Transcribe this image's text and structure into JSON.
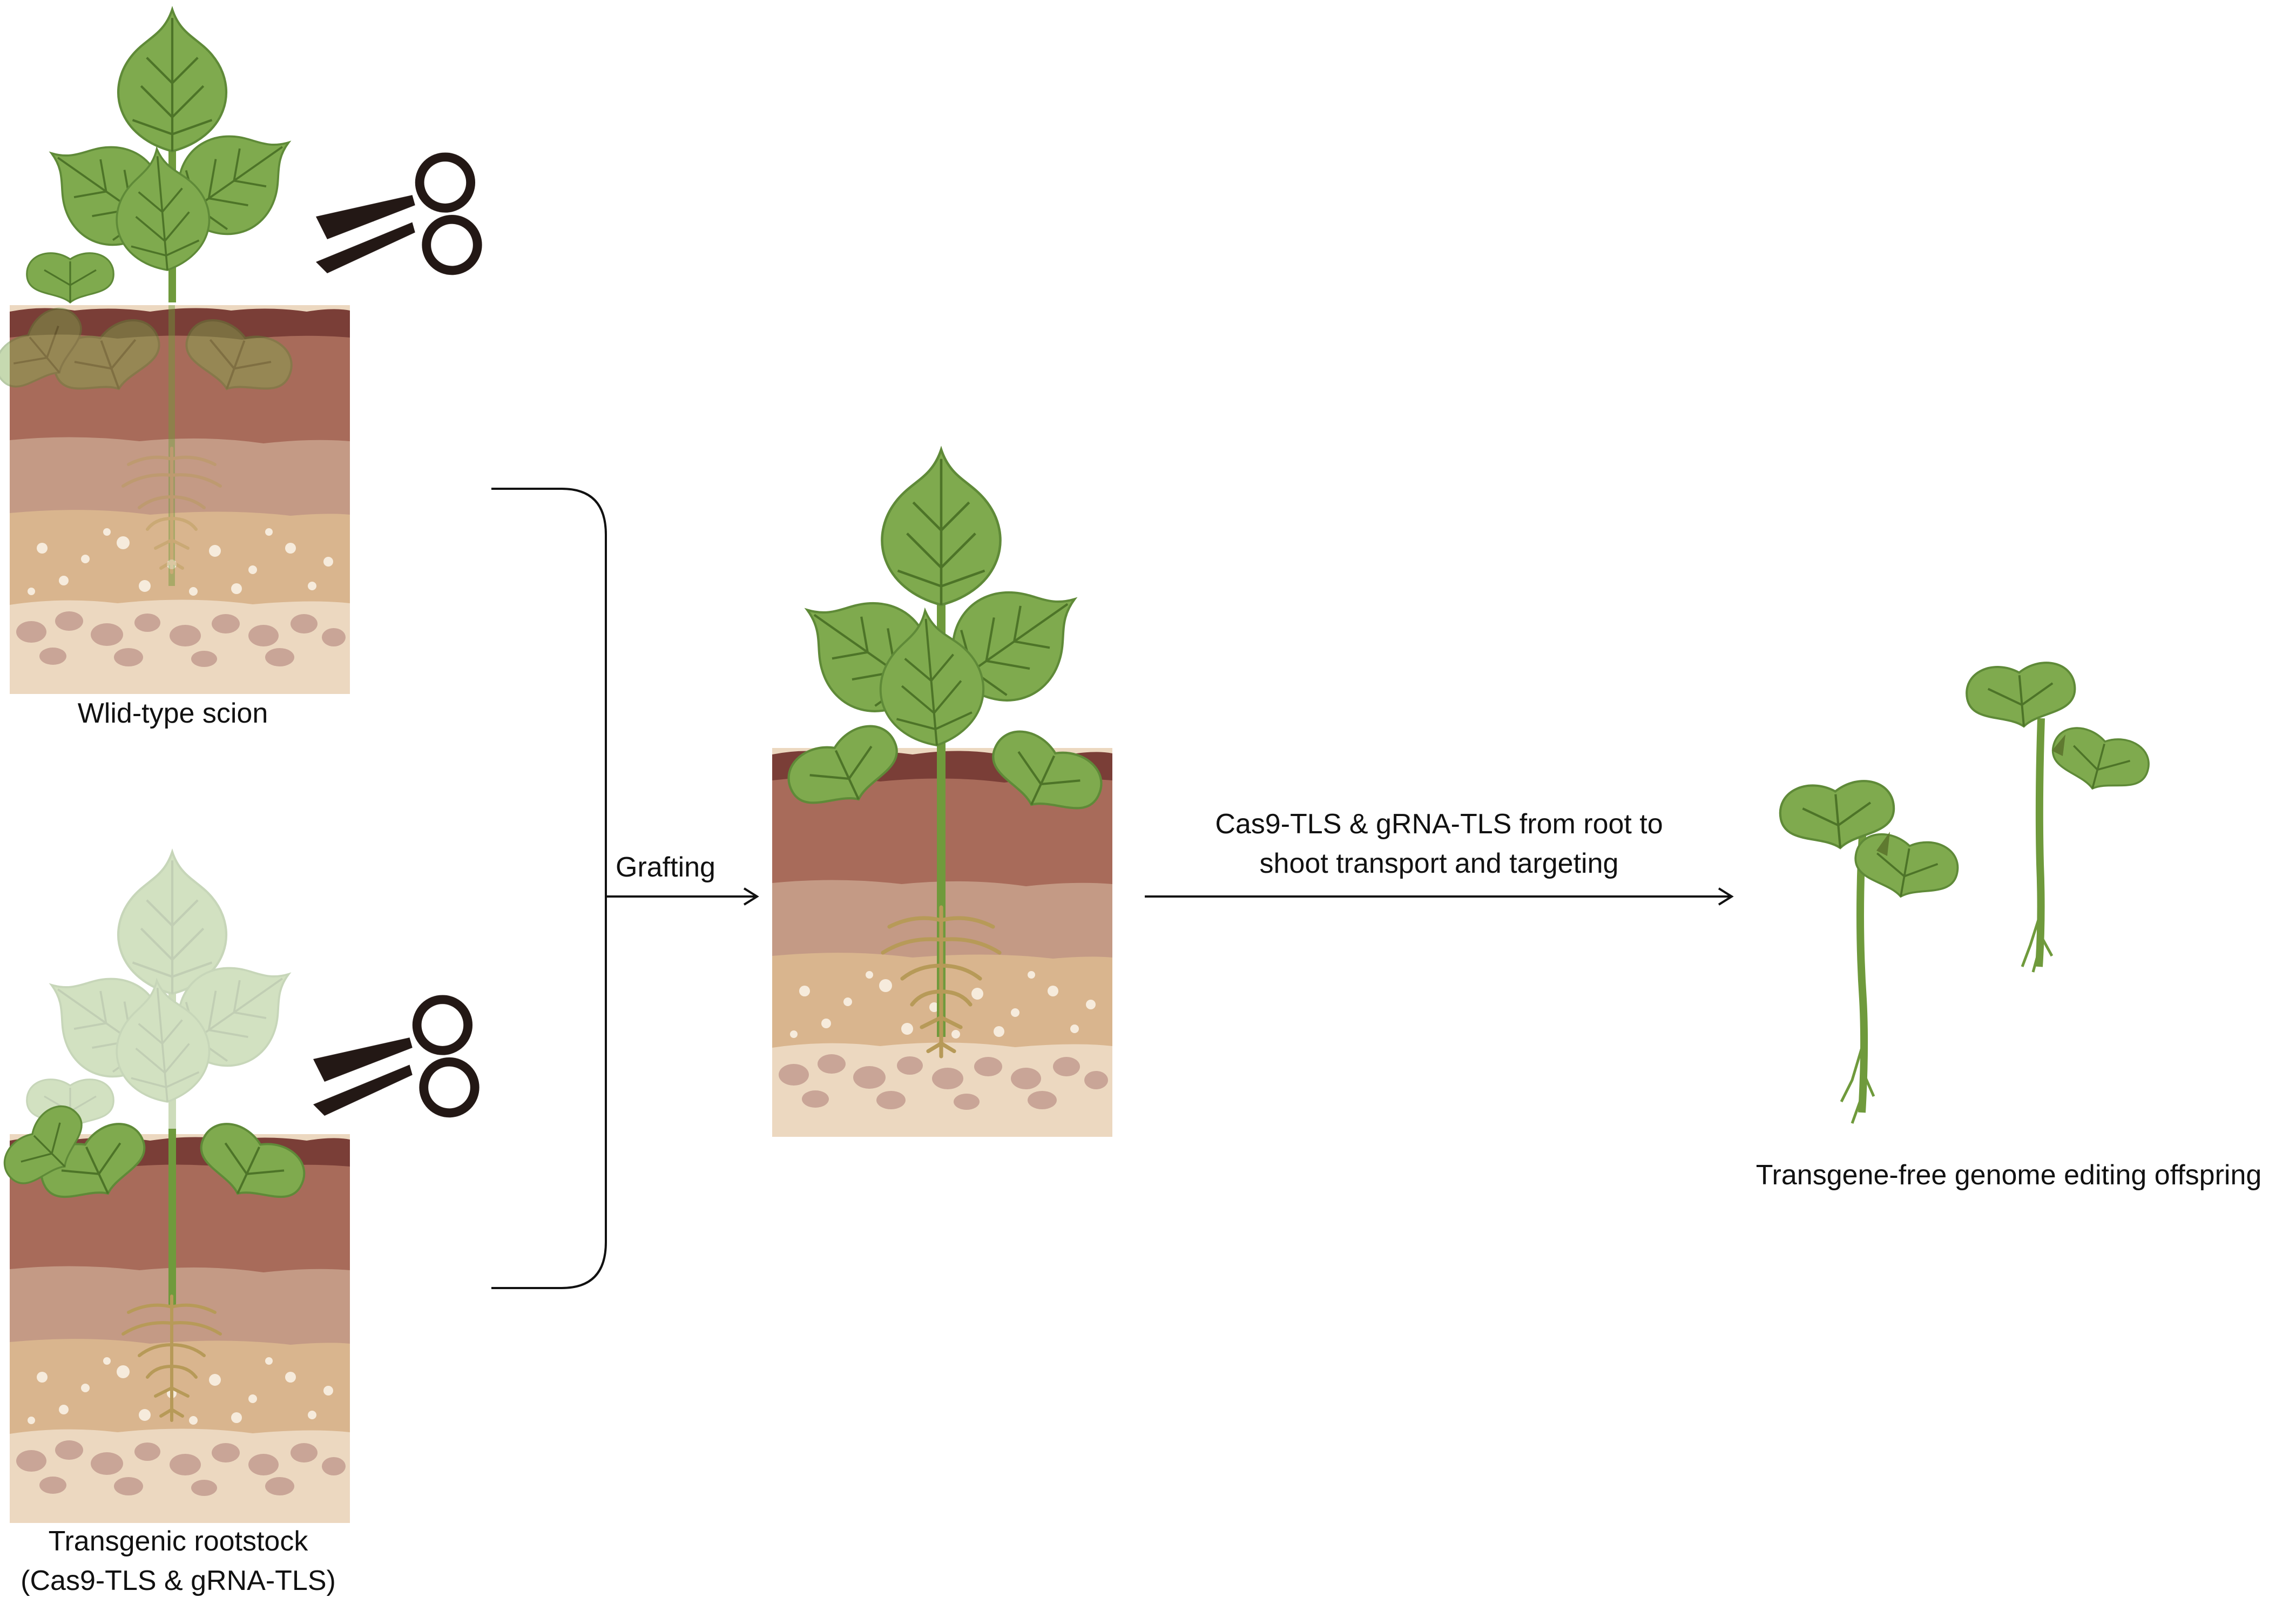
{
  "labels": {
    "scion": "Wlid-type scion",
    "rootstock_line1": "Transgenic rootstock",
    "rootstock_line2": "(Cas9-TLS & gRNA-TLS)",
    "grafting": "Grafting",
    "transport_line1": "Cas9-TLS & gRNA-TLS from root to",
    "transport_line2": "shoot transport and targeting",
    "offspring": "Transgene-free genome editing offspring"
  },
  "colors": {
    "leaf": "#7faa4e",
    "leaf_dark": "#5f8a38",
    "vein": "#4d7428",
    "stem": "#6f9a3c",
    "root": "#b79a58",
    "soil_top": "#7a3e37",
    "soil_1": "#a86b5a",
    "soil_2": "#c49a85",
    "soil_3": "#d9b58e",
    "soil_4": "#ecd8c0",
    "pebble": "#c9a597",
    "scissors": "#231815",
    "line": "#111111"
  }
}
